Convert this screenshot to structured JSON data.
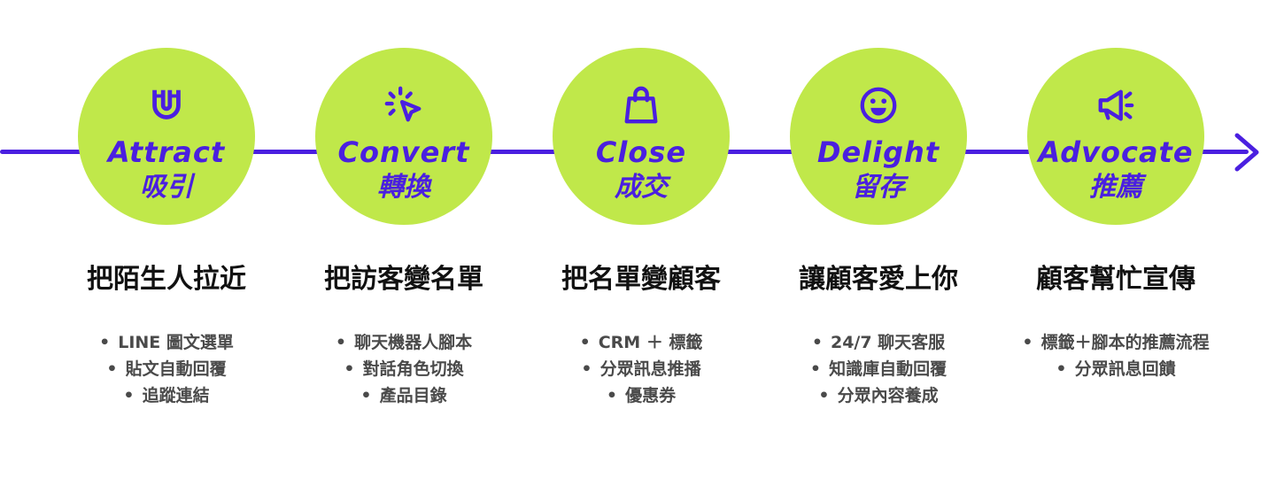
{
  "colors": {
    "accent": "#4a1fe0",
    "circle_fill": "#c0e84a",
    "headline_text": "#111111",
    "bullet_text": "#4a4a4a",
    "background": "#ffffff"
  },
  "stages": [
    {
      "icon": "magnet-icon",
      "en": "Attract",
      "zh": "吸引",
      "headline": "把陌生人拉近",
      "bullets": [
        "LINE 圖文選單",
        "貼文自動回覆",
        "追蹤連結"
      ]
    },
    {
      "icon": "cursor-click-icon",
      "en": "Convert",
      "zh": "轉換",
      "headline": "把訪客變名單",
      "bullets": [
        "聊天機器人腳本",
        "對話角色切換",
        "產品目錄"
      ]
    },
    {
      "icon": "shopping-bag-icon",
      "en": "Close",
      "zh": "成交",
      "headline": "把名單變顧客",
      "bullets": [
        "CRM ＋ 標籤",
        "分眾訊息推播",
        "優惠券"
      ]
    },
    {
      "icon": "smiley-icon",
      "en": "Delight",
      "zh": "留存",
      "headline": "讓顧客愛上你",
      "bullets": [
        "24/7 聊天客服",
        "知識庫自動回覆",
        "分眾內容養成"
      ]
    },
    {
      "icon": "megaphone-icon",
      "en": "Advocate",
      "zh": "推薦",
      "headline": "顧客幫忙宣傳",
      "bullets": [
        "標籤＋腳本的推薦流程",
        "分眾訊息回饋"
      ]
    }
  ]
}
